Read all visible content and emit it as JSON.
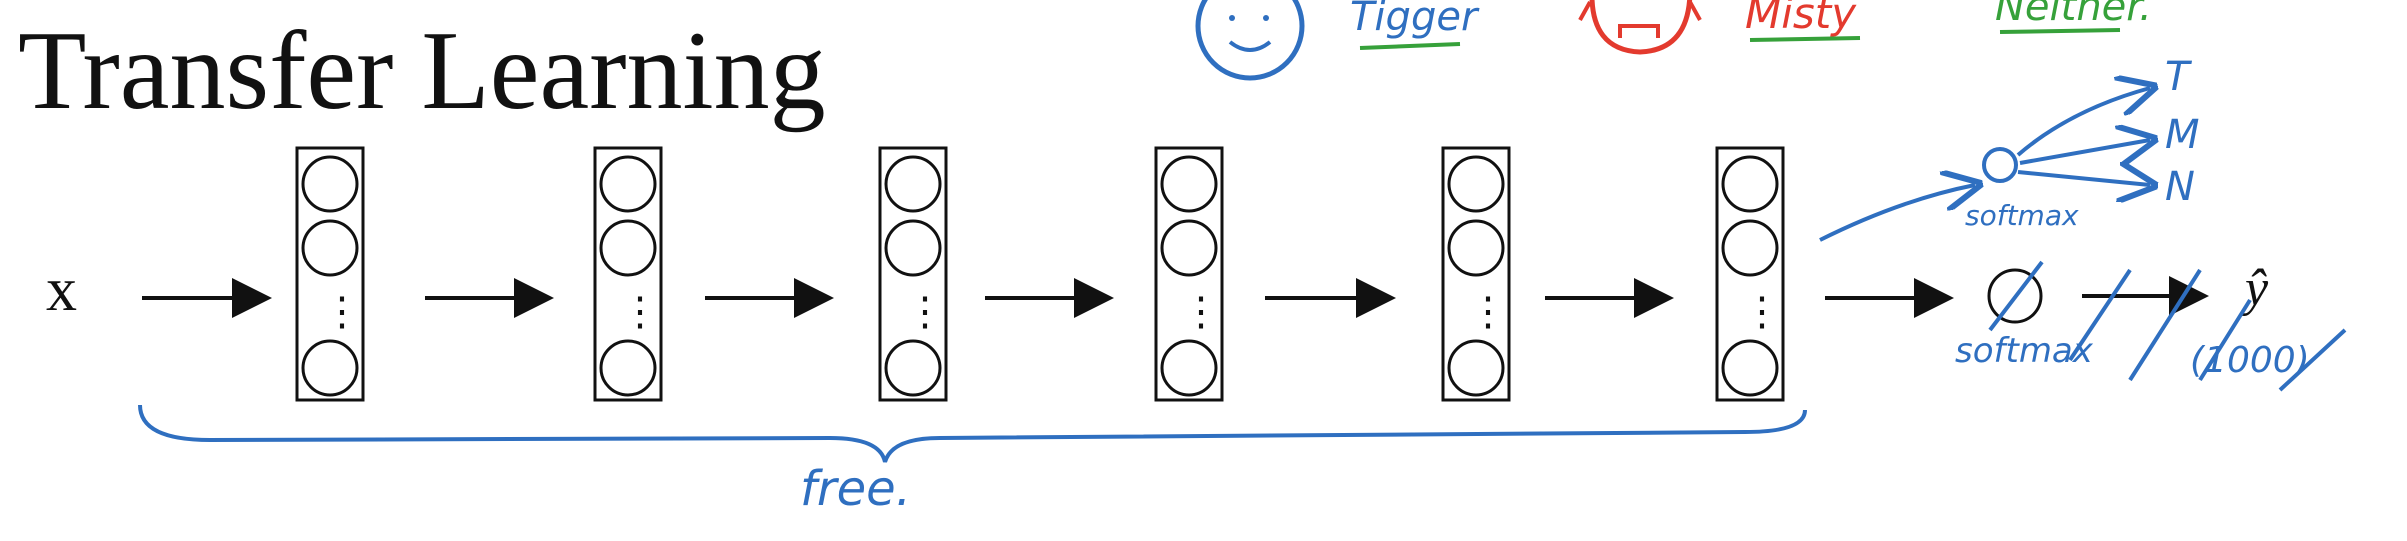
{
  "slide": {
    "title": "Transfer Learning",
    "input_label": "x",
    "output_label": "ŷ"
  },
  "network": {
    "layer_count": 6,
    "neurons_drawn_per_layer": 3,
    "ellipsis": "⋮"
  },
  "annotations": {
    "class_tigger": "Tigger",
    "class_misty": "Misty",
    "class_neither": "Neither.",
    "new_output_classes": [
      "T",
      "M",
      "N"
    ],
    "new_softmax": "softmax",
    "old_softmax": "softmax",
    "old_output_size": "(1000)",
    "brace_note": "free."
  },
  "colors": {
    "ink": "#111111",
    "blue": "#2f6fc0",
    "red": "#e33a2e",
    "green": "#36a13a"
  }
}
